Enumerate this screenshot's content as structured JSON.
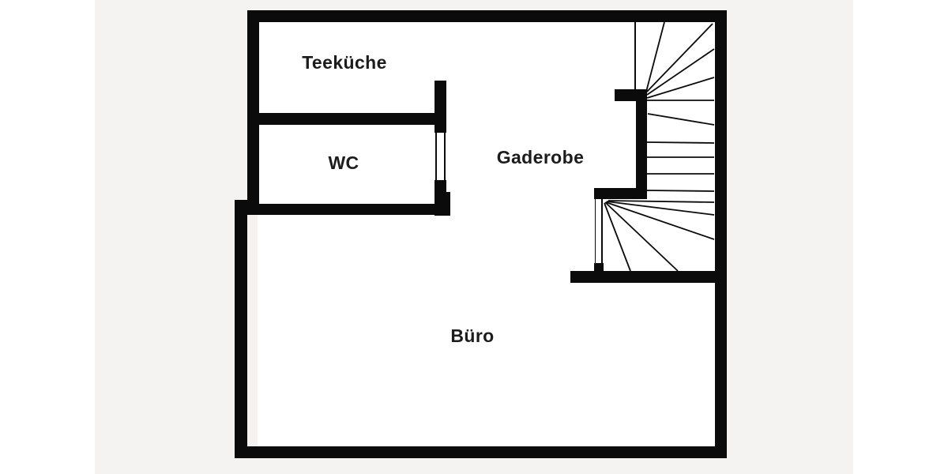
{
  "plan": {
    "type": "floor-plan",
    "rooms": {
      "teekueche": {
        "label": "Teeküche"
      },
      "wc": {
        "label": "WC"
      },
      "gaderobe": {
        "label": "Gaderobe"
      },
      "buero": {
        "label": "Büro"
      }
    },
    "features": {
      "staircase": "winder-staircase-top-right",
      "doors": [
        "wc-door",
        "staircase-door"
      ]
    }
  },
  "colors": {
    "wall": "#0b0b0b",
    "panel_background": "#f4f3f1",
    "floor": "#ffffff",
    "page_background": "#ffffff",
    "label_text": "#1c1c1c"
  }
}
